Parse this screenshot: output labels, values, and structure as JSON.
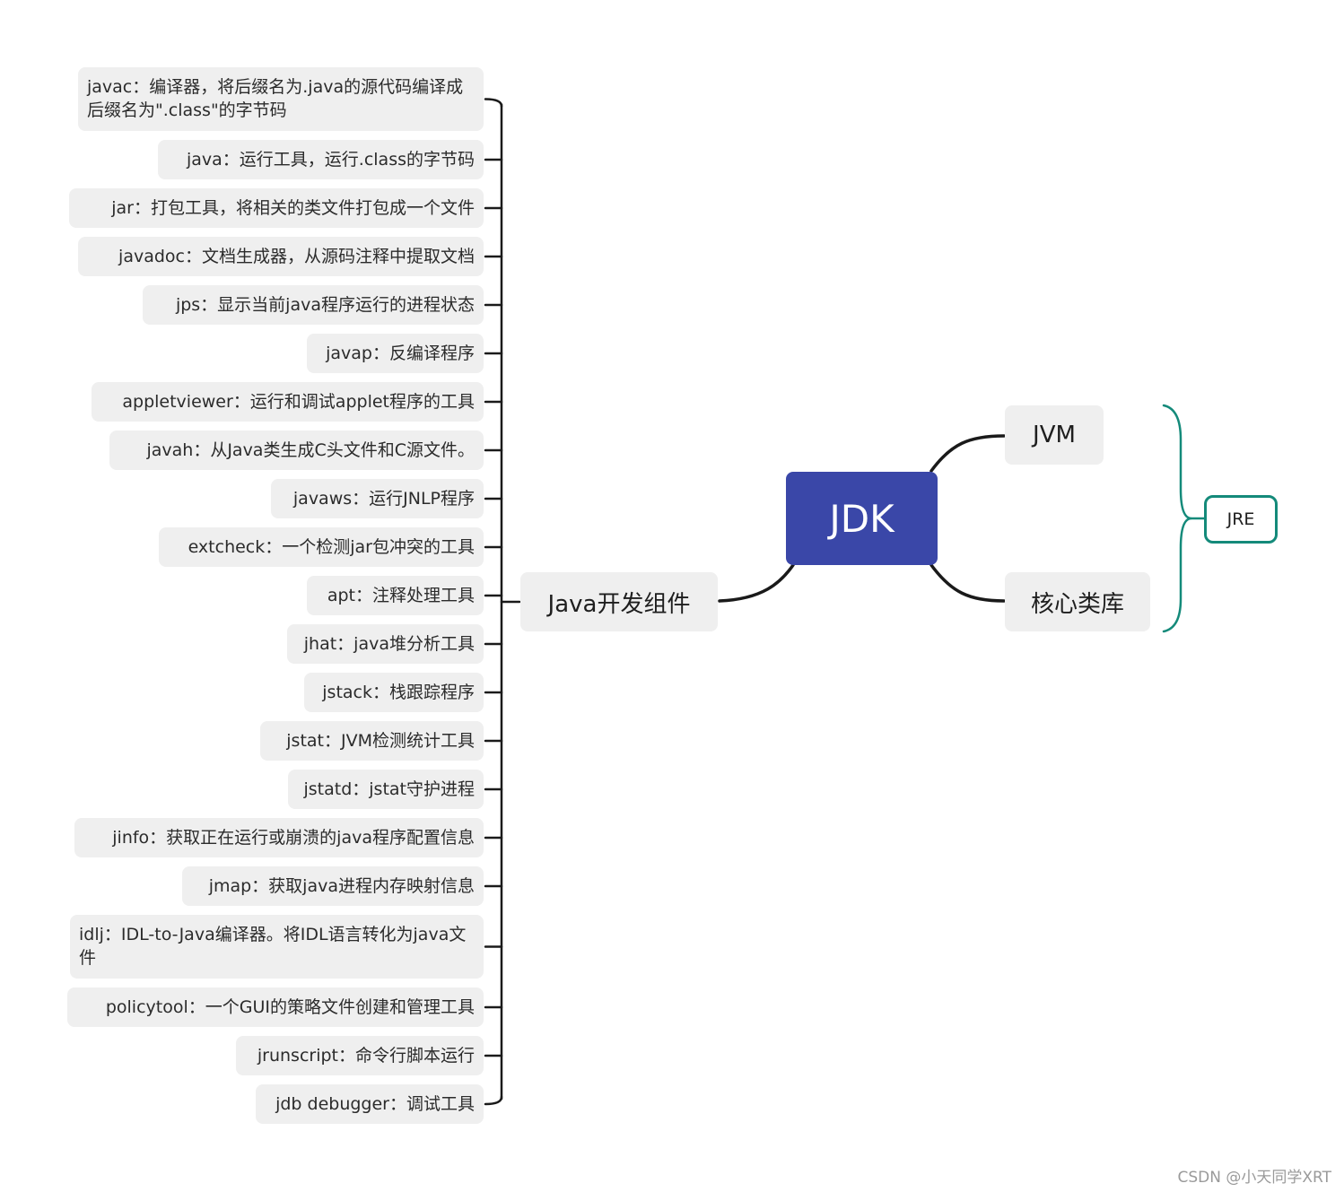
{
  "root": {
    "label": "JDK",
    "color": "#3a47a8"
  },
  "branches": {
    "jvm": "JVM",
    "core_lib": "核心类库",
    "dev_tools": "Java开发组件",
    "jre": "JRE"
  },
  "tools": [
    "javac：编译器，将后缀名为.java的源代码编译成后缀名为\".class\"的字节码",
    "java：运行工具，运行.class的字节码",
    "jar：打包工具，将相关的类文件打包成一个文件",
    "javadoc：文档生成器，从源码注释中提取文档",
    "jps：显示当前java程序运行的进程状态",
    "javap：反编译程序",
    "appletviewer：运行和调试applet程序的工具",
    "javah：从Java类生成C头文件和C源文件。",
    "javaws：运行JNLP程序",
    "extcheck：一个检测jar包冲突的工具",
    "apt：注释处理工具",
    "jhat：java堆分析工具",
    "jstack：栈跟踪程序",
    "jstat：JVM检测统计工具",
    "jstatd：jstat守护进程",
    "jinfo：获取正在运行或崩溃的java程序配置信息",
    "jmap：获取java进程内存映射信息",
    "idlj：IDL-to-Java编译器。将IDL语言转化为java文件",
    "policytool：一个GUI的策略文件创建和管理工具",
    "jrunscript：命令行脚本运行",
    "jdb debugger：调试工具"
  ],
  "colors": {
    "node_bg": "#efefef",
    "bracket": "#148a7a",
    "line": "#1a1a1a"
  },
  "watermark": "CSDN @小天同学XRT"
}
